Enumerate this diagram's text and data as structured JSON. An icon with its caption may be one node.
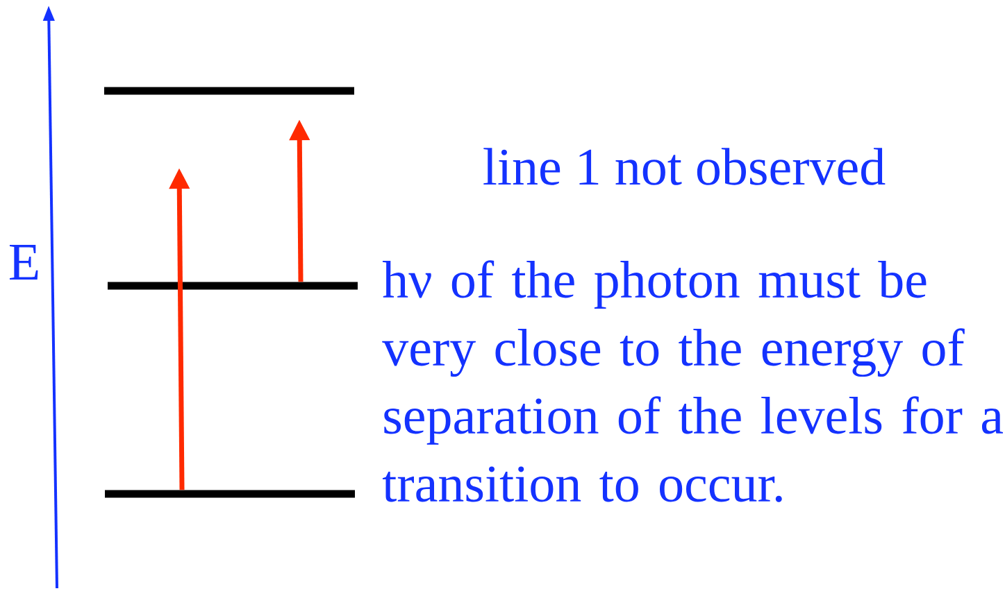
{
  "diagram": {
    "nodes": [
      {
        "text": [],
        "shape": "bar"
      },
      {
        "text": [],
        "shape": "bar"
      },
      {
        "text": [],
        "shape": "bar"
      }
    ],
    "edges": [
      {
        "from": 2,
        "to": null,
        "arrow": "to",
        "color": "#ff2a00"
      },
      {
        "from": 1,
        "to": null,
        "arrow": "to",
        "color": "#ff2a00"
      }
    ],
    "labels": [
      "E",
      "line 1 not observed",
      "hν of the photon must be very close to the energy of separation of the levels for a transition to occur."
    ]
  }
}
